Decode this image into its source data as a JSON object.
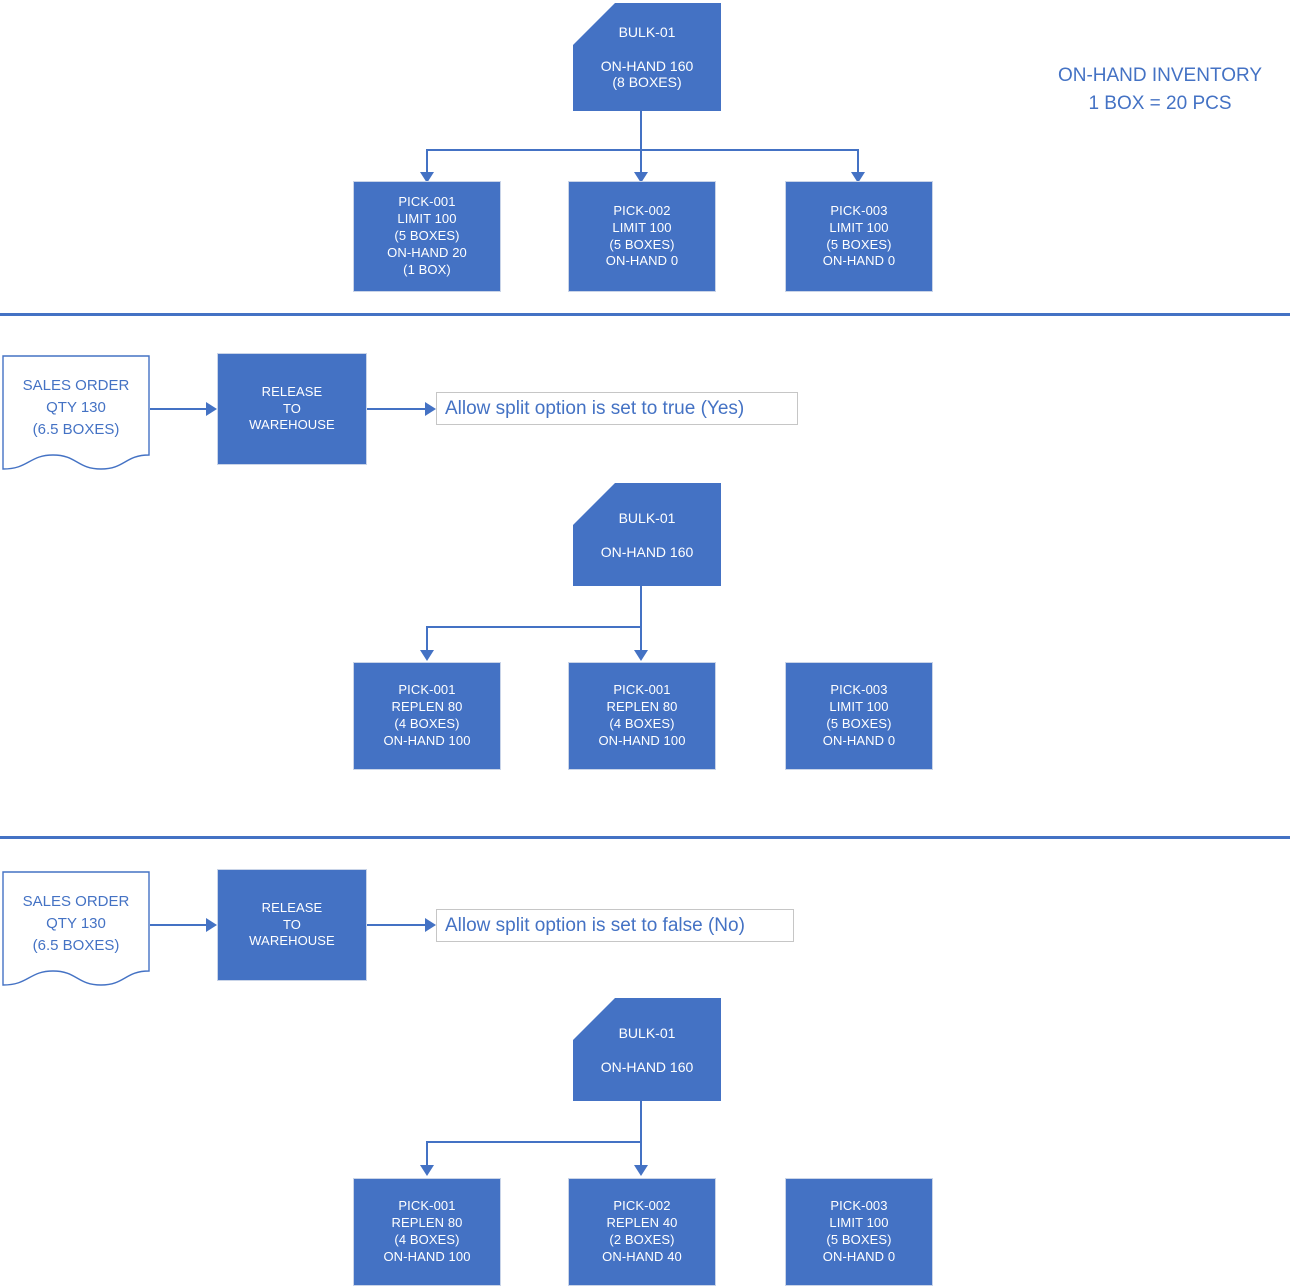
{
  "legend": {
    "line1": "ON-HAND INVENTORY",
    "line2": "1 BOX = 20 PCS",
    "color": "#4472C4"
  },
  "colors": {
    "accent": "#4472C4",
    "node_fill": "#4472C4",
    "node_text": "#FFFFFF",
    "note_border": "#C6C6C6",
    "node_border": "#C9D4E8",
    "page_bg": "#FFFFFF"
  },
  "sections": [
    {
      "id": "initial-state",
      "bulk": {
        "title": "BULK-01",
        "lines": [
          "ON-HAND 160",
          "(8 BOXES)"
        ]
      },
      "locations": [
        {
          "id": "pick-001",
          "lines": [
            "PICK-001",
            "LIMIT 100",
            "(5 BOXES)",
            "ON-HAND 20",
            "(1 BOX)"
          ]
        },
        {
          "id": "pick-002",
          "lines": [
            "PICK-002",
            "LIMIT 100",
            "(5 BOXES)",
            "ON-HAND 0"
          ]
        },
        {
          "id": "pick-003",
          "lines": [
            "PICK-003",
            "LIMIT 100",
            "(5 BOXES)",
            "ON-HAND 0"
          ]
        }
      ]
    },
    {
      "id": "allow-split-true",
      "order": {
        "lines": [
          "SALES ORDER",
          "QTY 130",
          "(6.5 BOXES)"
        ]
      },
      "release": {
        "lines": [
          "RELEASE",
          "TO",
          "WAREHOUSE"
        ]
      },
      "note": "Allow split option is set to true (Yes)",
      "bulk": {
        "title": "BULK-01",
        "lines": [
          "ON-HAND 160"
        ]
      },
      "locations": [
        {
          "id": "pick-001",
          "lines": [
            "PICK-001",
            "REPLEN 80",
            "(4 BOXES)",
            "ON-HAND 100"
          ]
        },
        {
          "id": "pick-001-b",
          "lines": [
            "PICK-001",
            "REPLEN 80",
            "(4 BOXES)",
            "ON-HAND 100"
          ]
        },
        {
          "id": "pick-003",
          "lines": [
            "PICK-003",
            "LIMIT 100",
            "(5 BOXES)",
            "ON-HAND 0"
          ]
        }
      ]
    },
    {
      "id": "allow-split-false",
      "order": {
        "lines": [
          "SALES ORDER",
          "QTY 130",
          "(6.5 BOXES)"
        ]
      },
      "release": {
        "lines": [
          "RELEASE",
          "TO",
          "WAREHOUSE"
        ]
      },
      "note": "Allow split option is set to false (No)",
      "bulk": {
        "title": "BULK-01",
        "lines": [
          "ON-HAND 160"
        ]
      },
      "locations": [
        {
          "id": "pick-001",
          "lines": [
            "PICK-001",
            "REPLEN 80",
            "(4 BOXES)",
            "ON-HAND 100"
          ]
        },
        {
          "id": "pick-002",
          "lines": [
            "PICK-002",
            "REPLEN 40",
            "(2 BOXES)",
            "ON-HAND 40"
          ]
        },
        {
          "id": "pick-003",
          "lines": [
            "PICK-003",
            "LIMIT 100",
            "(5 BOXES)",
            "ON-HAND 0"
          ]
        }
      ]
    }
  ]
}
